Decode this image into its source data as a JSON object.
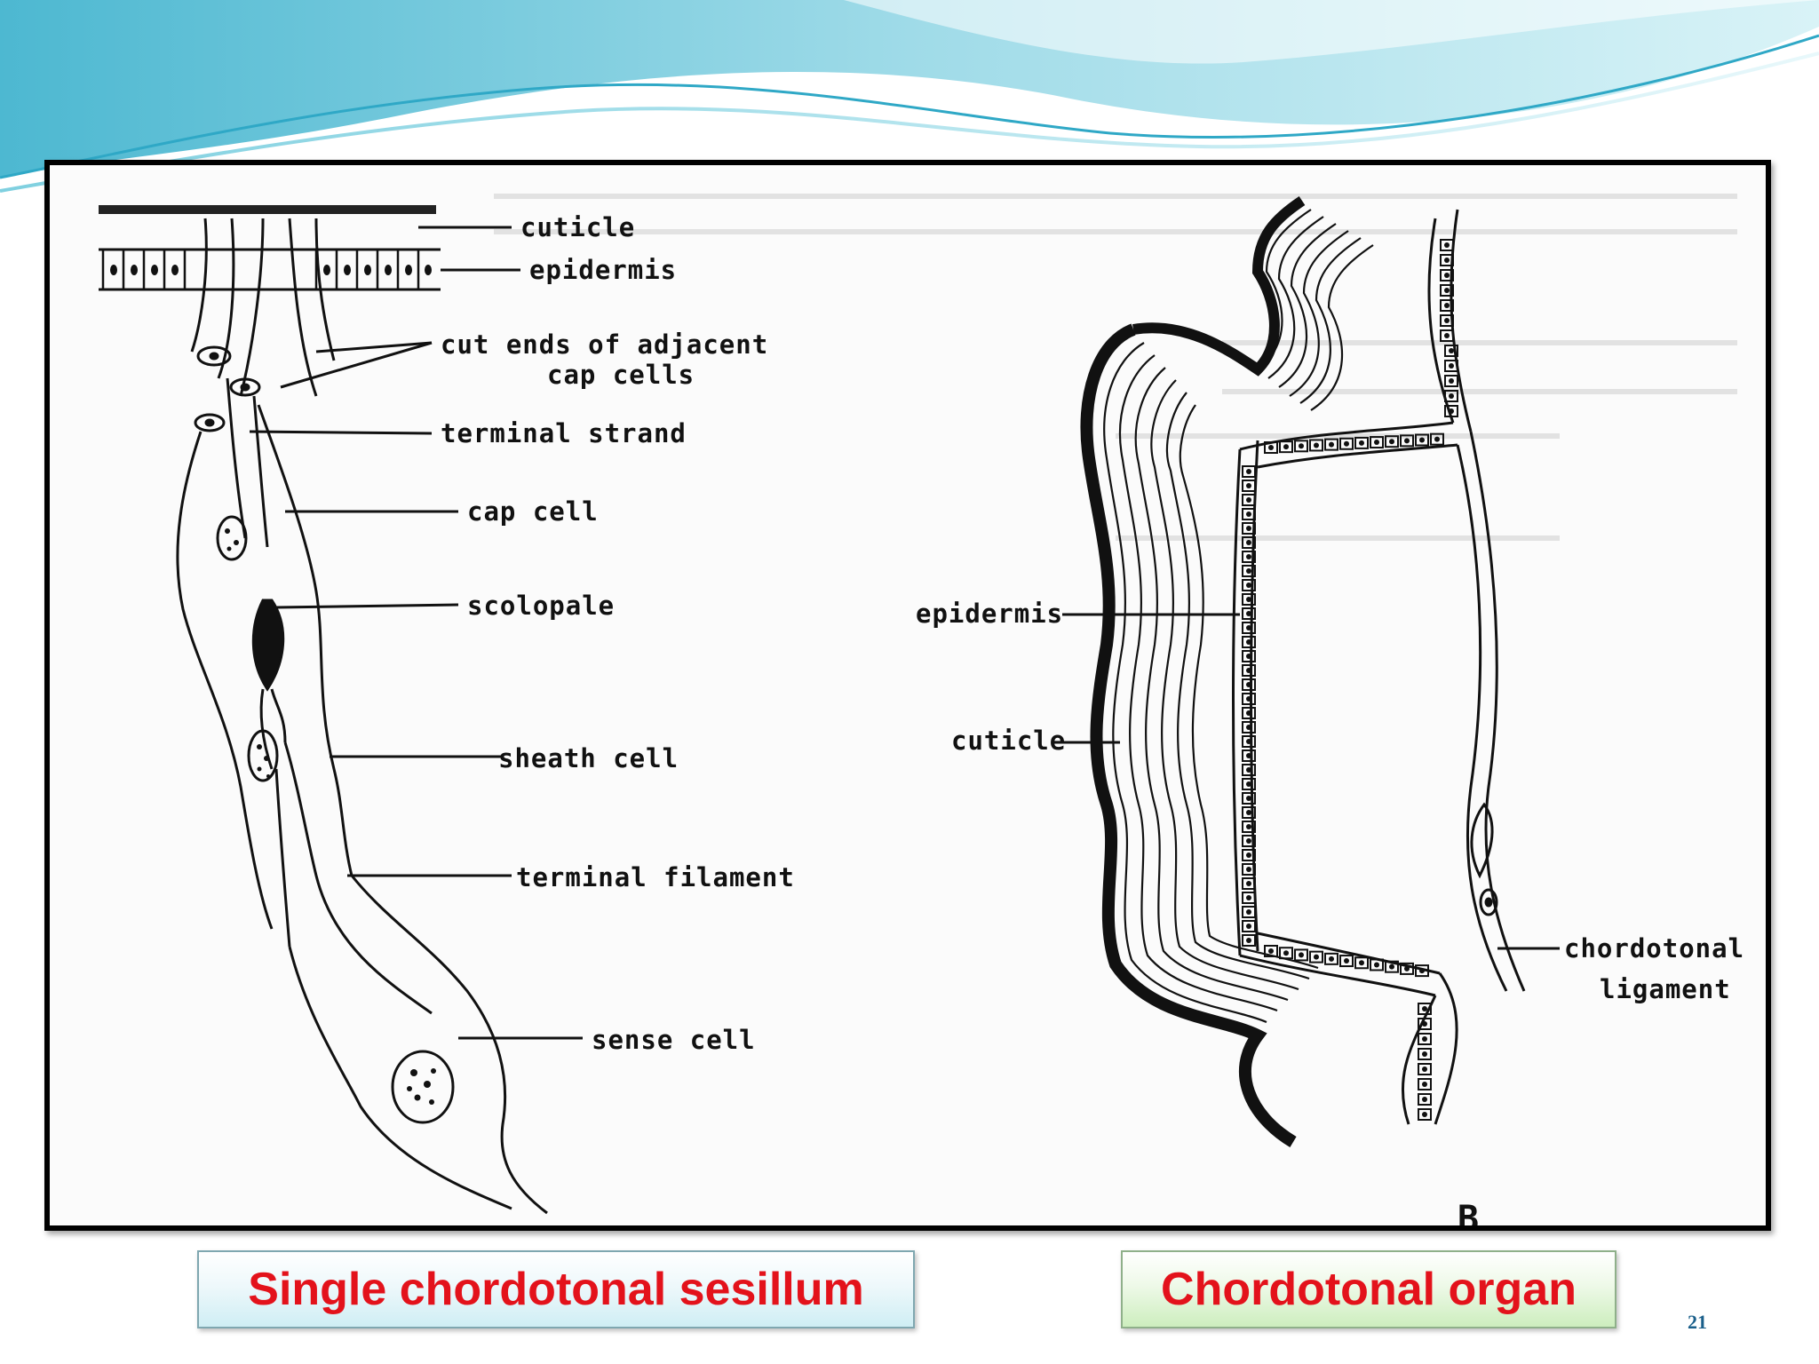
{
  "left_diagram": {
    "labels": {
      "cuticle": "cuticle",
      "epidermis": "epidermis",
      "cut_ends_1": "cut ends of adjacent",
      "cut_ends_2": "cap cells",
      "terminal_strand": "terminal strand",
      "cap_cell": "cap cell",
      "scolopale": "scolopale",
      "sheath_cell": "sheath cell",
      "terminal_filament": "terminal filament",
      "sense_cell": "sense cell"
    }
  },
  "right_diagram": {
    "labels": {
      "epidermis": "epidermis",
      "cuticle": "cuticle",
      "chordotonal_1": "chordotonal",
      "chordotonal_2": "ligament",
      "panel_letter": "B"
    }
  },
  "captions": {
    "left": "Single chordotonal sesillum",
    "right": "Chordotonal organ"
  },
  "page_number": "21",
  "colors": {
    "caption_text": "#e3121b",
    "wave_dark": "#5fc3d8",
    "wave_light": "#bfe9f2"
  }
}
